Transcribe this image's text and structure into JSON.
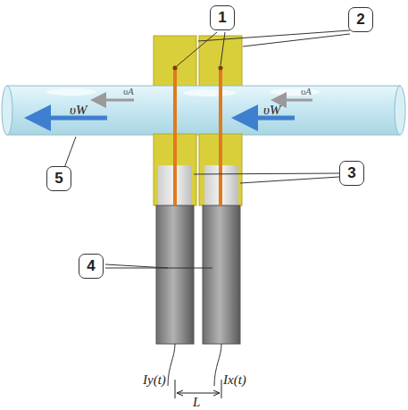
{
  "diagram": {
    "nodes": [
      {
        "text": [
          "1"
        ]
      },
      {
        "text": [
          "2"
        ]
      },
      {
        "text": [
          "5"
        ]
      },
      {
        "text": [
          "3"
        ]
      },
      {
        "text": [
          "4"
        ]
      }
    ],
    "labels": [
      "υA",
      "υW",
      "υA",
      "υW",
      "Iy(t)",
      "Ix(t)",
      "L"
    ]
  }
}
